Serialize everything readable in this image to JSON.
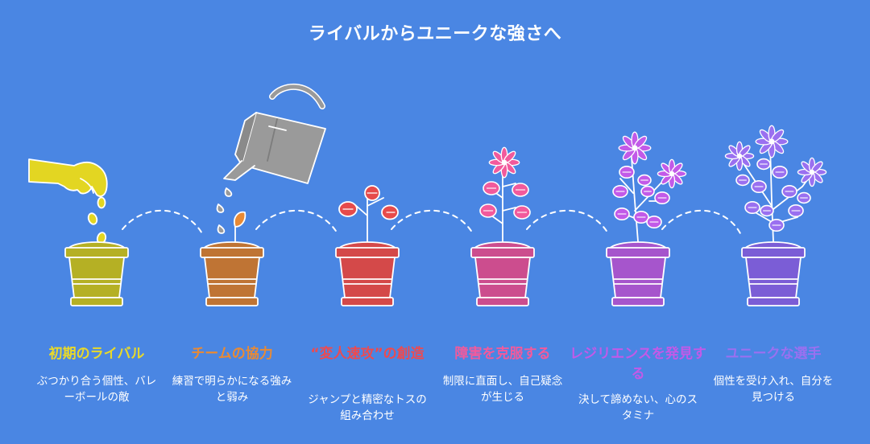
{
  "title": "ライバルからユニークな強さへ",
  "stages": [
    {
      "title": "初期のライバル",
      "description": "ぶつかり合う個性、バレーボールの敵",
      "color": "#e8d92a",
      "pot": "#b5b024",
      "icon": "seeds-in-hand-icon"
    },
    {
      "title": "チームの協力",
      "description": "練習で明らかになる強みと弱み",
      "color": "#e98a34",
      "pot": "#bf7434",
      "icon": "watering-can-icon"
    },
    {
      "title": "“変人速攻”の創造",
      "description": "ジャンプと精密なトスの組み合わせ",
      "color": "#ee4a4f",
      "pot": "#d44949",
      "icon": "seedling-icon"
    },
    {
      "title": "障害を克服する",
      "description": "制限に直面し、自己疑念が生じる",
      "color": "#f25a9c",
      "pot": "#cc4d8e",
      "icon": "budding-plant-icon"
    },
    {
      "title": "レジリエンスを発見する",
      "description": "決して諦めない、心のスタミナ",
      "color": "#c25ae8",
      "pot": "#a655cc",
      "icon": "flowering-plant-icon"
    },
    {
      "title": "ユニークな選手",
      "description": "個性を受け入れ、自分を見つける",
      "color": "#9a70f0",
      "pot": "#7b5dd6",
      "icon": "full-bloom-plant-icon"
    }
  ]
}
